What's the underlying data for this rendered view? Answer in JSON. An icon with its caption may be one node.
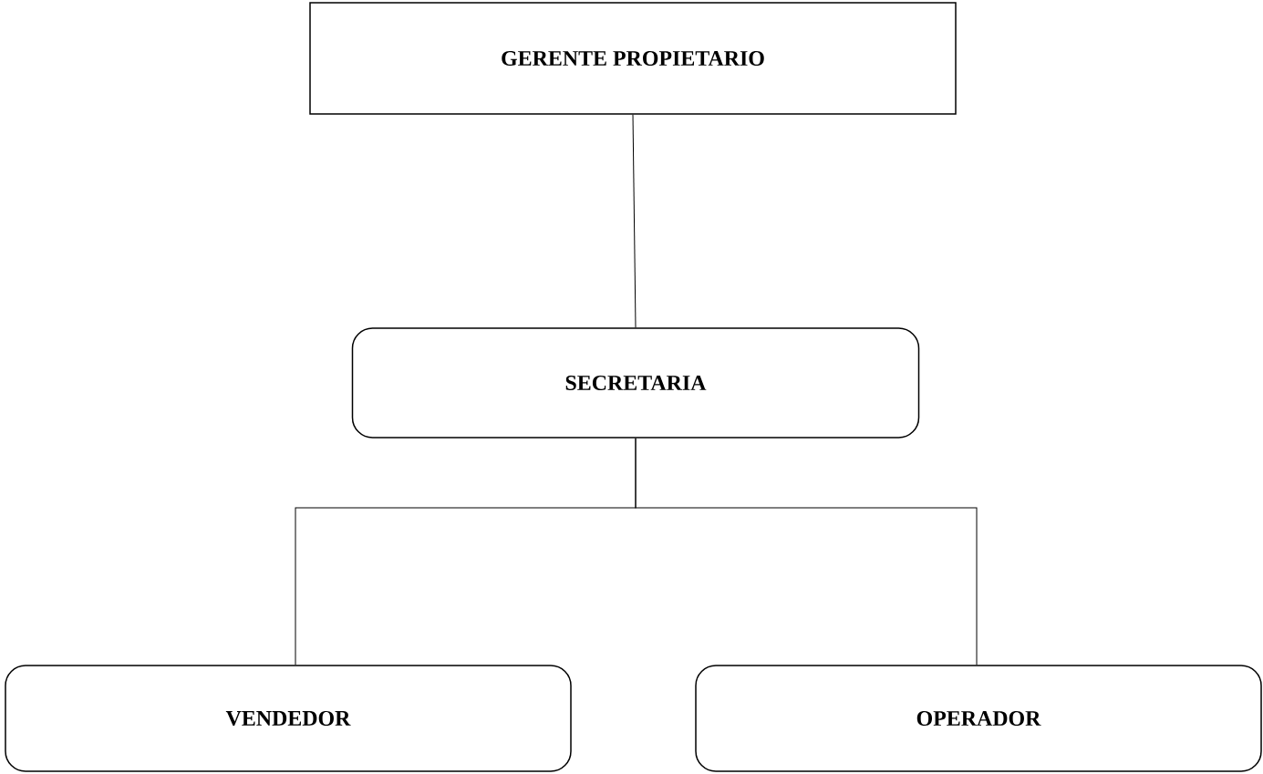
{
  "diagram": {
    "nodes": [
      {
        "text": [
          "GERENTE PROPIETARIO"
        ]
      },
      {
        "text": [
          "SECRETARIA"
        ]
      },
      {
        "text": [
          "VENDEDOR"
        ]
      },
      {
        "text": [
          "OPERADOR"
        ]
      }
    ],
    "edges": [
      {
        "from": 0,
        "to": 1,
        "arrow": "none"
      },
      {
        "from": 1,
        "to": 2,
        "arrow": "none"
      },
      {
        "from": 1,
        "to": 3,
        "arrow": "none"
      }
    ]
  }
}
